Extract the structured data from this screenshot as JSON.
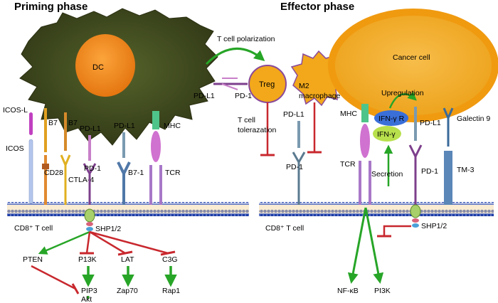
{
  "headings": {
    "left": "Priming phase",
    "right": "Effector phase"
  },
  "cells": {
    "dc": "DC",
    "cancer": "Cancer cell",
    "treg": "Treg",
    "m2_line1": "M2",
    "m2_line2": "macrophage"
  },
  "membranes": {
    "left": "CD8⁺ T cell",
    "right": "CD8⁺ T cell"
  },
  "left_receptors": {
    "icosl": "ICOS-L",
    "icos": "ICOS",
    "b7a": "B7",
    "cd28": "CD28",
    "b7b": "B7",
    "ctla4": "CTLA-4",
    "pdl1": "PD-L1",
    "pd1": "PD-1",
    "pdl1b": "PD-L1",
    "b71": "B7-1",
    "mhc": "MHC",
    "tcr": "TCR",
    "shp": "SHP1/2"
  },
  "middle": {
    "polarization": "T cell polarization",
    "pdl1": "PD-L1",
    "pd1": "PD-1",
    "tolerance1": "T cell",
    "tolerance2": "tolerazation"
  },
  "right_receptors": {
    "pdl1_m2": "PD-L1",
    "pd1_m2": "PD-1",
    "mhc": "MHC",
    "tcr": "TCR",
    "ifngr": "IFN-γ R",
    "ifng": "IFN-γ",
    "upregulation": "Upregulation",
    "secretion": "Secretion",
    "pdl1": "PD-L1",
    "pd1": "PD-1",
    "gal9": "Galectin 9",
    "tim3": "TM-3",
    "shp": "SHP1/2"
  },
  "left_signaling": {
    "pten": "PTEN",
    "p13k": "P13K",
    "lat": "LAT",
    "c3g": "C3G",
    "pip3": "PIP3",
    "zap70": "Zap70",
    "rap1": "Rap1",
    "akt": "Akt"
  },
  "right_signaling": {
    "nfkb": "NF-κB",
    "pi3k": "PI3K"
  },
  "colors": {
    "dc_fill": "#3f4a1e",
    "nucleus": "#f08a10",
    "cancer_fill": "#f2a81a",
    "treg_fill": "#f2a81a",
    "m2_fill": "#f2a81a",
    "activate": "#27a527",
    "inhibit": "#c8282e",
    "membrane": "#1e3ea8",
    "pd1": "#7d3f8c",
    "ifngr": "#3a6fd8",
    "ifng": "#b8e04c"
  }
}
